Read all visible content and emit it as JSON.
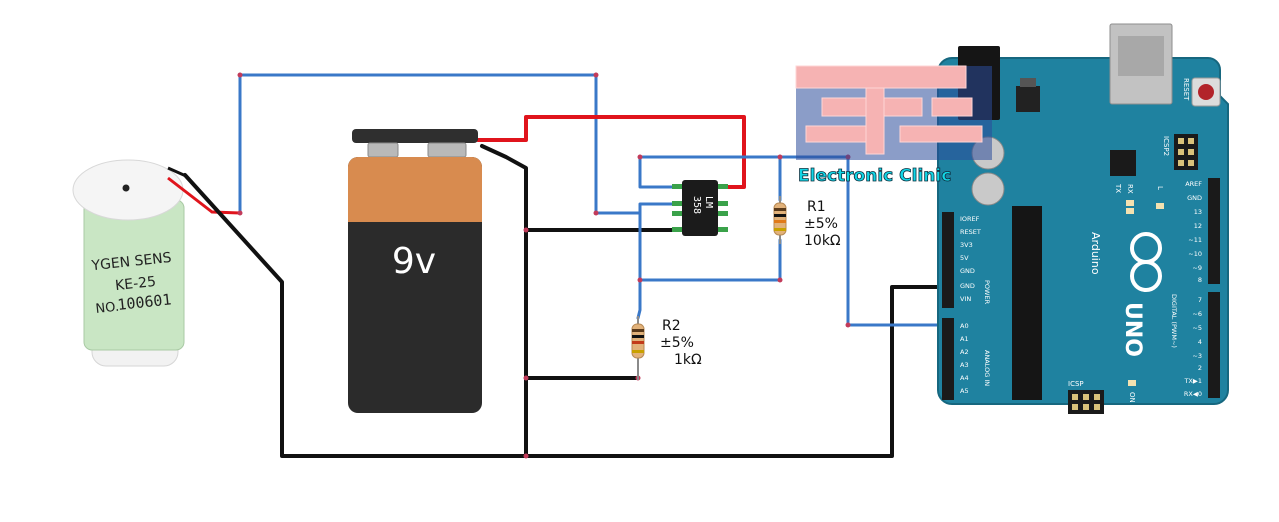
{
  "battery": {
    "label": "9v"
  },
  "sensor": {
    "line1": "YGEN SENS",
    "line2": "KE-25",
    "line3": "NO.",
    "line4": "100601"
  },
  "opamp": {
    "line1": "LM",
    "line2": "358"
  },
  "resistors": {
    "r1": {
      "name": "R1",
      "tolerance": "±5%",
      "value": "10kΩ"
    },
    "r2": {
      "name": "R2",
      "tolerance": "±5%",
      "value": "1kΩ"
    }
  },
  "watermark": {
    "text": "Electronic Clinic"
  },
  "arduino": {
    "brand": "Arduino",
    "model": "UNO",
    "reset_label": "RESET",
    "icsp2_label": "ICSP2",
    "icsp_label": "ICSP",
    "power_header_label": "POWER",
    "analog_header_label": "ANALOG IN",
    "digital_header_label": "DIGITAL (PWM~)",
    "tx_label": "TX",
    "rx_label": "RX",
    "l_label": "L",
    "on_label": "ON",
    "power_pins": [
      "IOREF",
      "RESET",
      "3V3",
      "5V",
      "GND",
      "GND",
      "VIN"
    ],
    "analog_pins": [
      "A0",
      "A1",
      "A2",
      "A3",
      "A4",
      "A5"
    ],
    "digital_top_pins": [
      "AREF",
      "GND",
      "13",
      "12",
      "~11",
      "~10",
      "~9",
      "8"
    ],
    "digital_bottom_pins": [
      "7",
      "~6",
      "~5",
      "4",
      "~3",
      "2",
      "TX▶1",
      "RX◀0"
    ]
  },
  "colors": {
    "board": "#1f82a0",
    "wire_blue": "#3a78c8",
    "wire_red": "#e0141c",
    "wire_black": "#111111",
    "battery_top": "#d88b4f",
    "battery_body": "#2b2b2b"
  }
}
